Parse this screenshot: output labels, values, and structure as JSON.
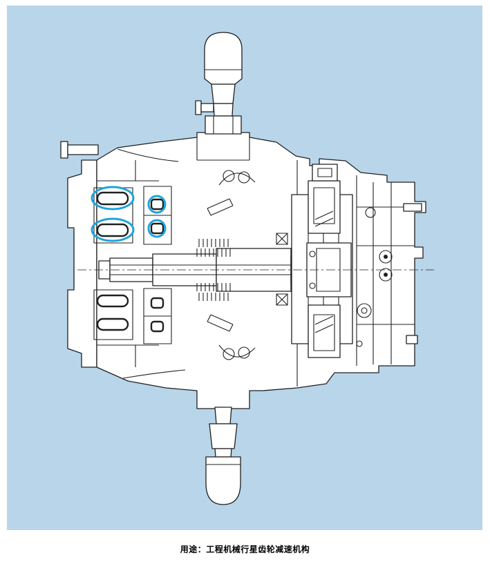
{
  "colors": {
    "background": "#ffffff",
    "panel": "#b8d5ea",
    "line": "#1f1f1f",
    "highlight": "#1ea3dc"
  },
  "caption": {
    "text": "用途：工程机械行星齿轮减速机构"
  },
  "highlights": [
    {
      "name": "upper-main-bearing-roller-highlight",
      "shape": "ellipse"
    },
    {
      "name": "lower-main-bearing-roller-highlight",
      "shape": "ellipse"
    },
    {
      "name": "upper-planet-roller-highlight",
      "shape": "circle"
    },
    {
      "name": "lower-planet-roller-highlight",
      "shape": "circle"
    }
  ]
}
